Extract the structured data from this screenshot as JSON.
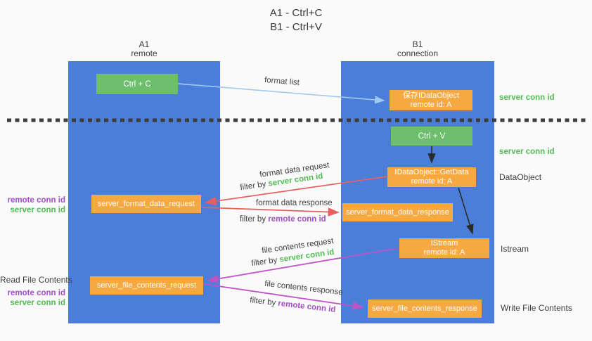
{
  "title": {
    "line1": "A1 - Ctrl+C",
    "line2": "B1 - Ctrl+V"
  },
  "columns": {
    "left": {
      "name": "A1",
      "role": "remote"
    },
    "right": {
      "name": "B1",
      "role": "connection"
    }
  },
  "nodes": {
    "ctrl_c": "Ctrl + C",
    "ctrl_v": "Ctrl + V",
    "save_dataobject_line1": "保存IDataObject",
    "save_dataobject_line2": "remote id: A",
    "getdata_line1": "IDataObject::GetData",
    "getdata_line2": "remote id: A",
    "istream_line1": "IStream",
    "istream_line2": "remote id: A",
    "format_request": "server_format_data_request",
    "format_response": "server_format_data_response",
    "file_request": "server_file_contents_request",
    "file_response": "server_file_contents_response"
  },
  "arrow_labels": {
    "format_list": "format list",
    "format_data_request": "format data request",
    "filter_request_1_prefix": "filter by ",
    "filter_request_1_value": "server conn id",
    "format_data_response": "format data response",
    "filter_response_1_prefix": "filter by ",
    "filter_response_1_value": "remote conn id",
    "file_contents_request": "file contents request",
    "filter_request_2_prefix": "filter by ",
    "filter_request_2_value": "server conn id",
    "file_contents_response": "file contents response",
    "filter_response_2_prefix": "filter by ",
    "filter_response_2_value": "remote conn id"
  },
  "side_labels": {
    "server_conn_id_top_right": "server conn id",
    "server_conn_id_mid_right": "server conn id",
    "dataobject": "DataObject",
    "istream": "Istream",
    "write_file_contents": "Write File Contents",
    "remote_conn_id_left_1": "remote conn id",
    "server_conn_id_left_1": "server conn id",
    "read_file_contents": "Read File Contents",
    "remote_conn_id_left_2": "remote conn id",
    "server_conn_id_left_2": "server conn id"
  },
  "colors": {
    "column_blue": "#4a7ed9",
    "node_green": "#6dbf6d",
    "node_orange": "#f6a841",
    "label_green": "#55b955",
    "label_purple": "#a44fc9",
    "arrow_red": "#e8605f",
    "arrow_magenta": "#bd54c6",
    "arrow_lightblue": "#a3c9ee",
    "arrow_black": "#2b2b2b",
    "background": "#fafafa"
  }
}
